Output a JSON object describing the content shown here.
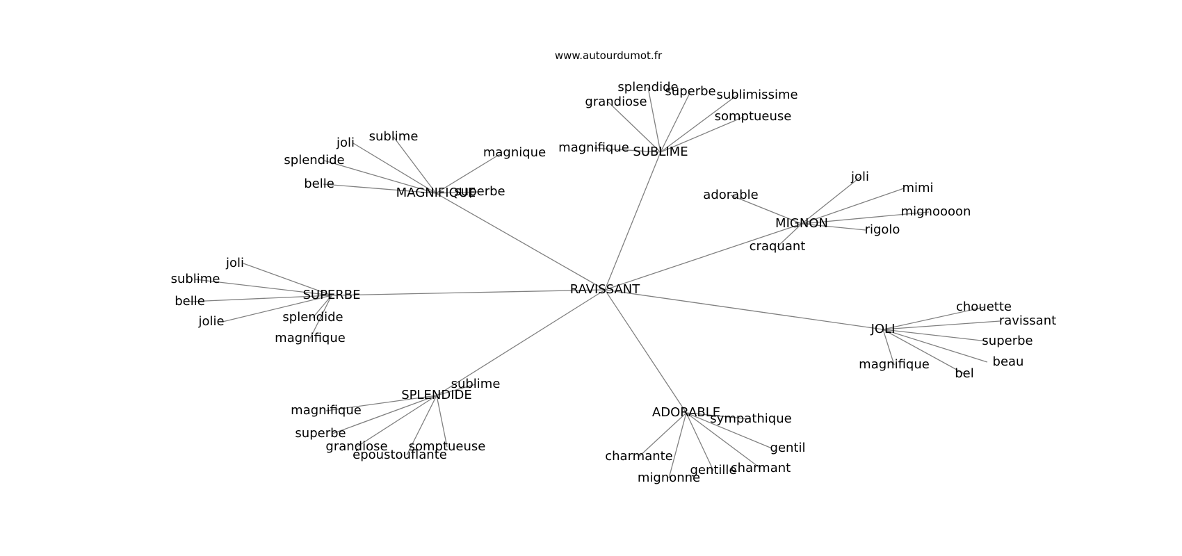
{
  "source": "www.autourdumot.fr",
  "colors": {
    "edge": "#808080",
    "text": "#000000",
    "background": "#ffffff"
  },
  "graph": {
    "root": "RAVISSANT",
    "hubs": [
      {
        "id": "sublime",
        "label": "SUBLIME",
        "leaves": [
          "grandiose",
          "splendide",
          "superbe",
          "sublimissime",
          "somptueuse",
          "magnifique"
        ]
      },
      {
        "id": "magnifique",
        "label": "MAGNIFIQUE",
        "leaves": [
          "joli",
          "sublime",
          "splendide",
          "belle",
          "magnique",
          "superbe"
        ]
      },
      {
        "id": "mignon",
        "label": "MIGNON",
        "leaves": [
          "adorable",
          "joli",
          "mimi",
          "mignoooon",
          "rigolo",
          "craquant"
        ]
      },
      {
        "id": "superbe",
        "label": "SUPERBE",
        "leaves": [
          "joli",
          "sublime",
          "belle",
          "jolie",
          "splendide",
          "magnifique"
        ]
      },
      {
        "id": "joli",
        "label": "JOLI",
        "leaves": [
          "chouette",
          "ravissant",
          "superbe",
          "beau",
          "bel",
          "magnifique"
        ]
      },
      {
        "id": "splendide",
        "label": "SPLENDIDE",
        "leaves": [
          "sublime",
          "magnifique",
          "superbe",
          "grandiose",
          "époustouflante",
          "somptueuse"
        ]
      },
      {
        "id": "adorable",
        "label": "ADORABLE",
        "leaves": [
          "sympathique",
          "gentil",
          "charmante",
          "mignonne",
          "gentille",
          "charmant"
        ]
      }
    ]
  }
}
